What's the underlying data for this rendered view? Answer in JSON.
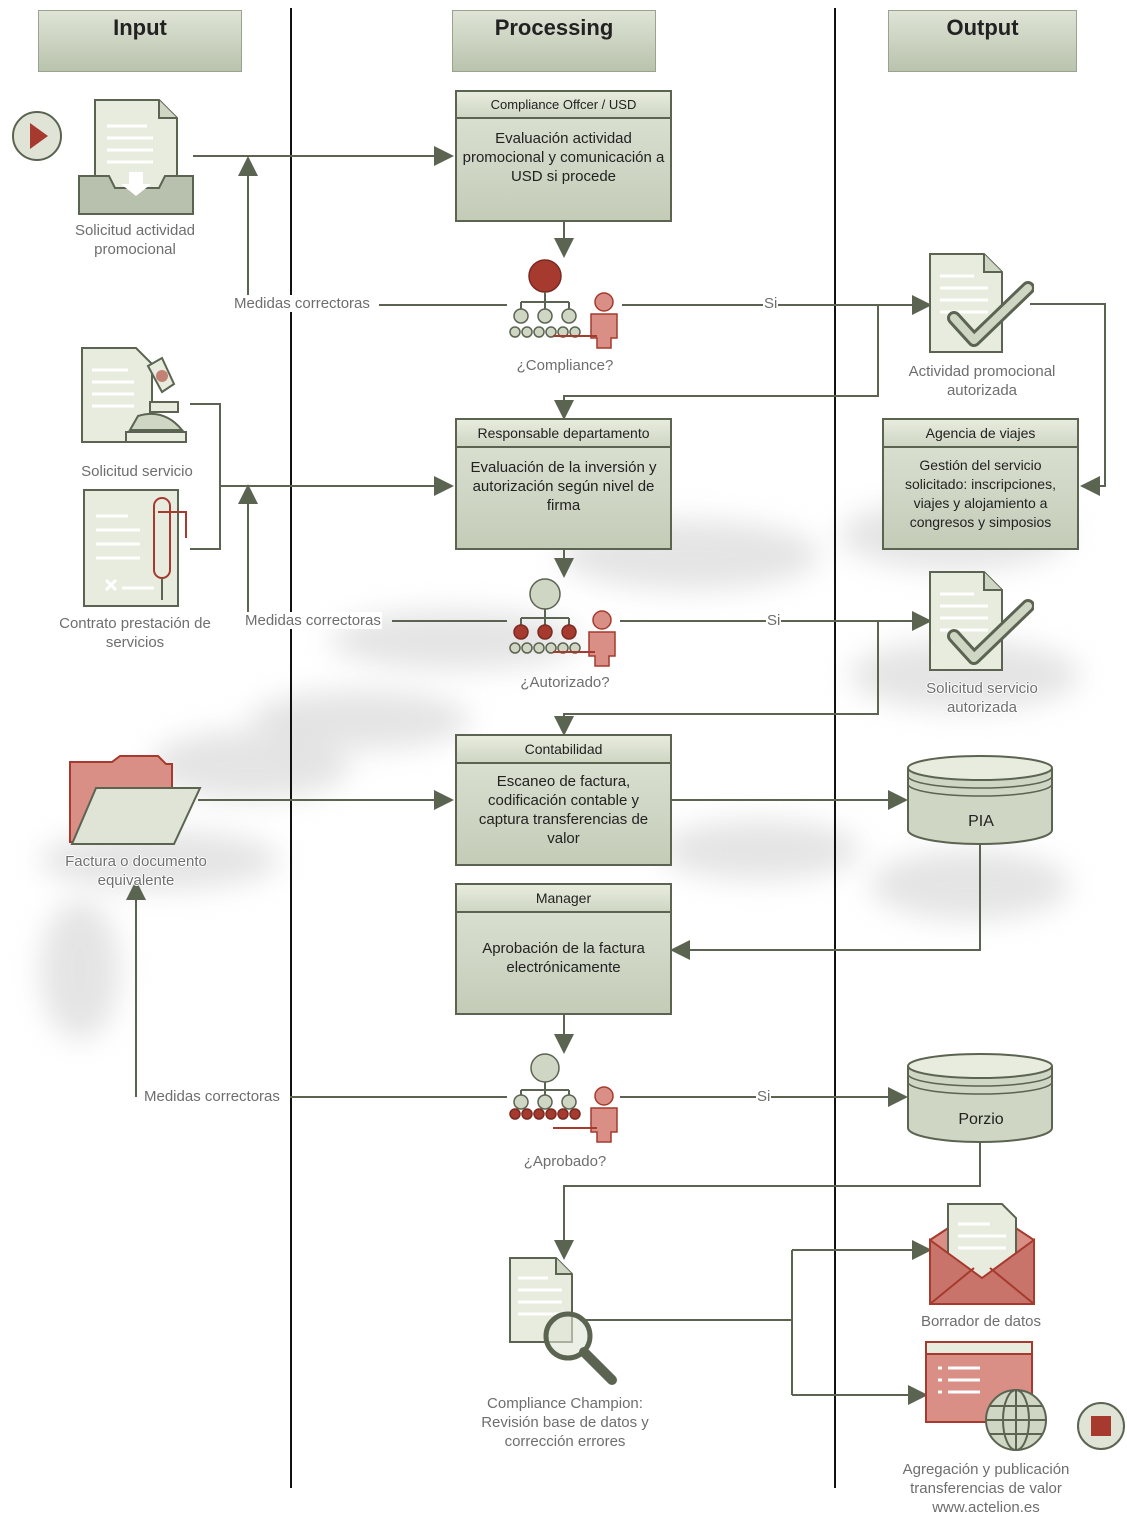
{
  "lanes": {
    "input": "Input",
    "processing": "Processing",
    "output": "Output"
  },
  "colors": {
    "line": "#5a6450",
    "accent_red": "#a63a2e",
    "box_fill": "#cfd6c3"
  },
  "inputs": {
    "solicitud_actividad": "Solicitud actividad promocional",
    "solicitud_servicio": "Solicitud servicio",
    "contrato": "Contrato prestación de servicios",
    "factura": "Factura o documento equivalente"
  },
  "processes": {
    "p1": {
      "role": "Compliance Offcer / USD",
      "text": "Evaluación actividad promocional y comunicación a USD si procede"
    },
    "p2": {
      "role": "Responsable departamento",
      "text": "Evaluación de la inversión y autorización según nivel de firma"
    },
    "p3": {
      "role": "Contabilidad",
      "text": "Escaneo de factura, codificación contable y captura transferencias de valor"
    },
    "p4": {
      "role": "Manager",
      "text": "Aprobación de la factura electrónicamente"
    },
    "p5": {
      "role": "Agencia de viajes",
      "text": "Gestión del servicio solicitado: inscripciones, viajes y alojamiento a congresos y simposios"
    }
  },
  "decisions": {
    "d1": "¿Compliance?",
    "d2": "¿Autorizado?",
    "d3": "¿Aprobado?"
  },
  "edge_labels": {
    "medidas": "Medidas correctoras",
    "si": "Si"
  },
  "outputs": {
    "actividad_autorizada": "Actividad promocional autorizada",
    "servicio_autorizado": "Solicitud servicio autorizada",
    "pia": "PIA",
    "porzio": "Porzio",
    "champion": "Compliance Champion: Revisión base de datos y corrección errores",
    "borrador": "Borrador de datos",
    "agregacion": "Agregación y publicación transferencias de valor www.actelion.es"
  },
  "icons": {
    "start": "play-icon",
    "end": "stop-icon",
    "doc_inbox": "document-inbox-icon",
    "microscope": "document-microscope-icon",
    "contract": "contract-pen-icon",
    "folder": "folder-icon",
    "org_person": "org-chart-person-icon",
    "doc_check": "document-check-icon",
    "database": "database-icon",
    "doc_search": "document-magnifier-icon",
    "envelope": "envelope-document-icon",
    "web": "web-globe-icon"
  }
}
